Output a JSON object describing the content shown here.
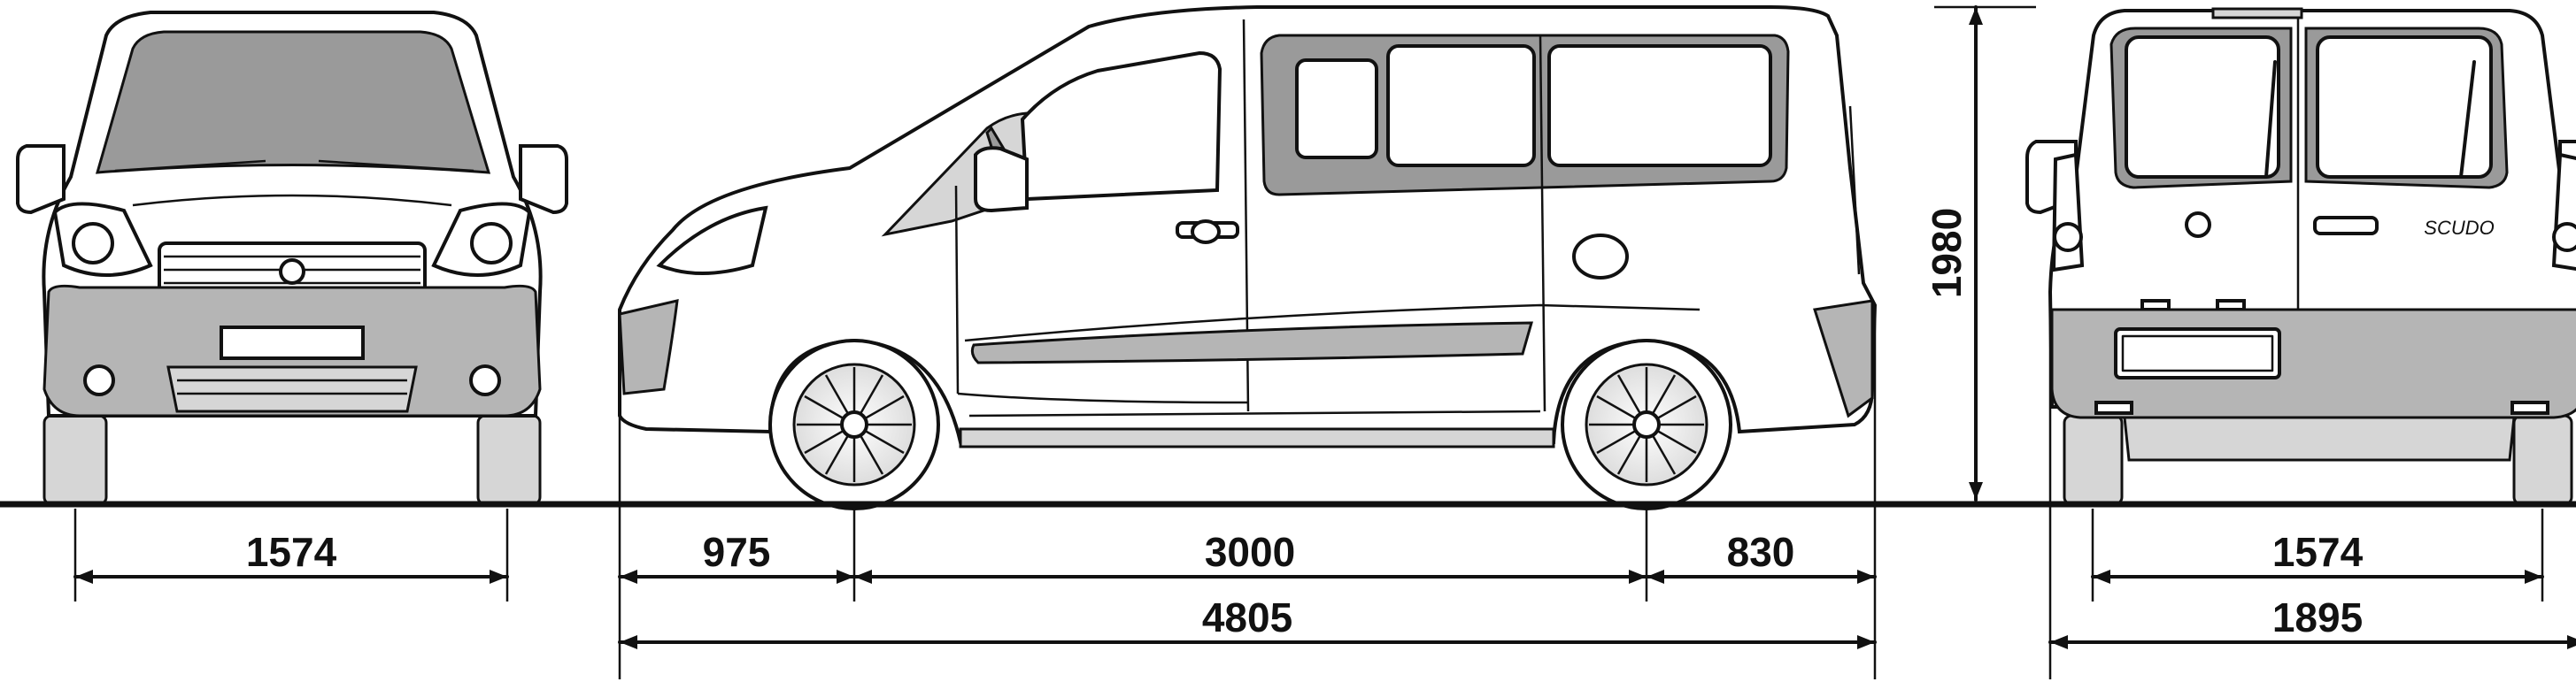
{
  "diagram": {
    "model_badge": "SCUDO",
    "dimensions": {
      "front_track": "1574",
      "front_overhang": "975",
      "wheelbase": "3000",
      "rear_overhang": "830",
      "overall_length": "4805",
      "height": "1980",
      "rear_track": "1574",
      "overall_width": "1895"
    }
  }
}
